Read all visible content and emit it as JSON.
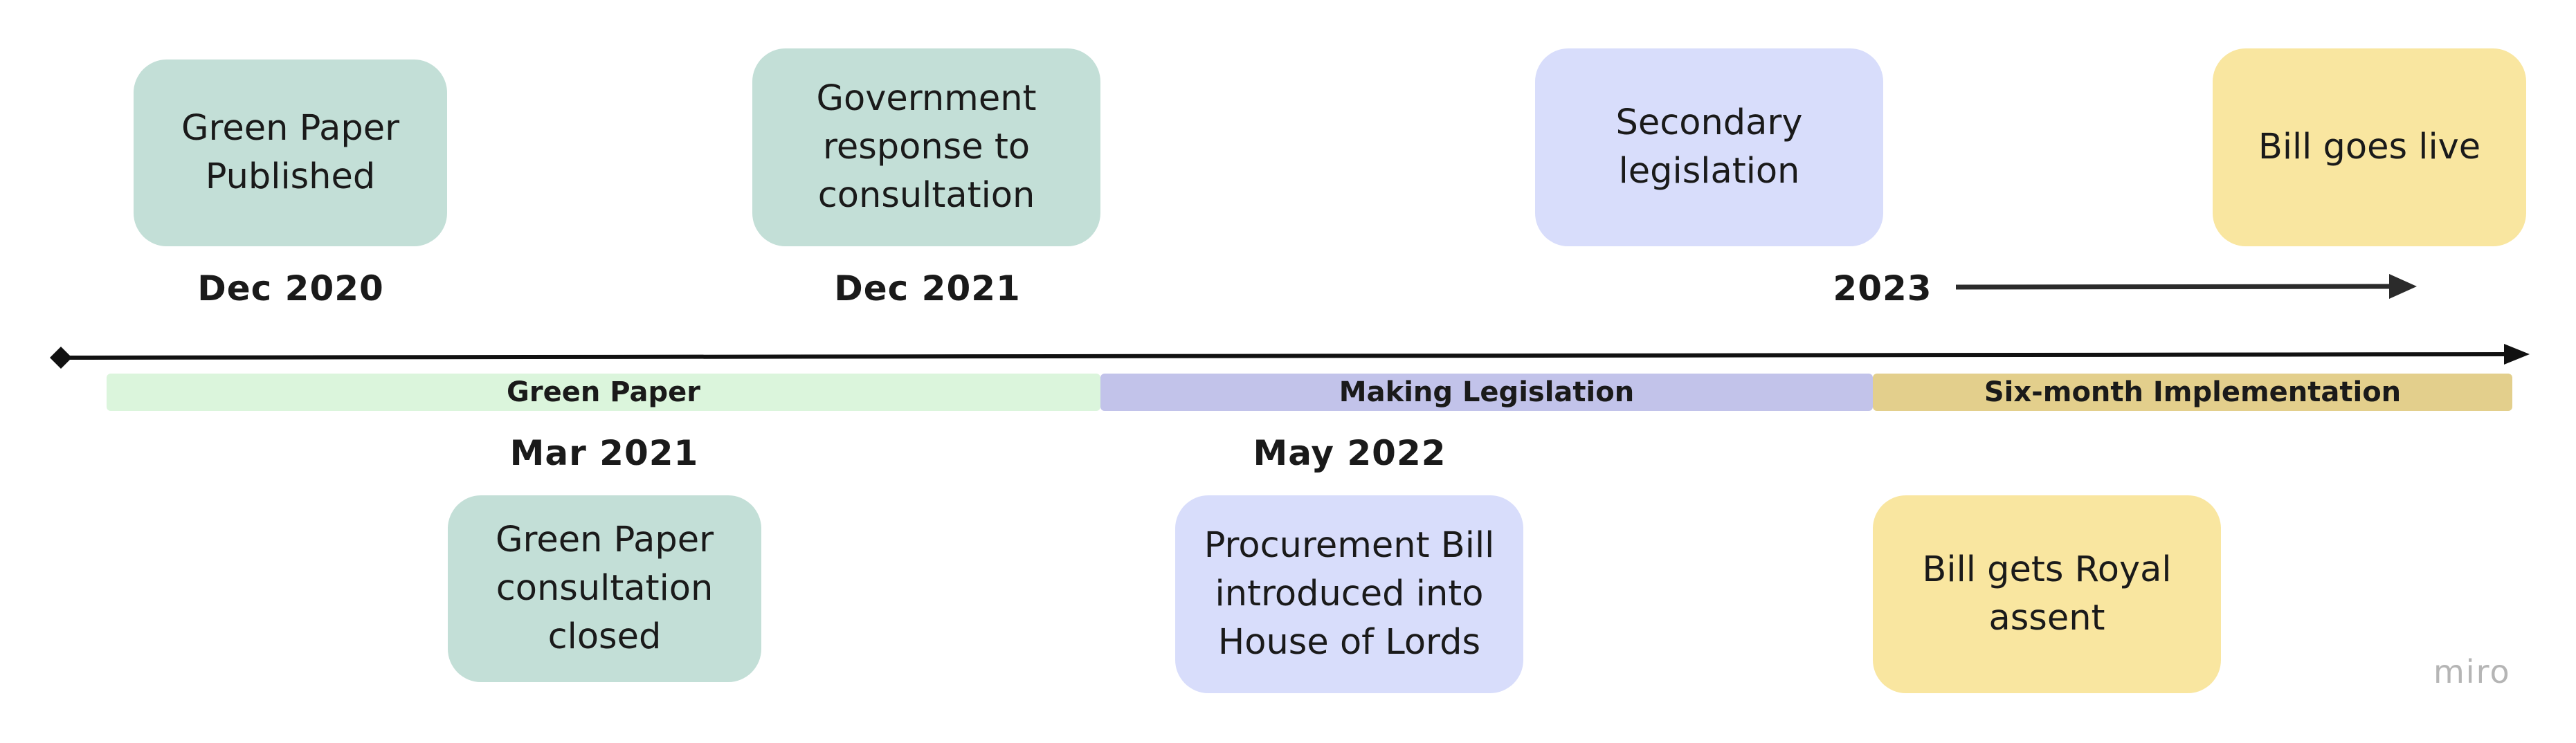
{
  "colors": {
    "green_card": "#c3dfd7",
    "blue_card": "#d8ddfb",
    "yellow_card": "#f9e6a0",
    "green_phase": "#dbf5dc",
    "blue_phase": "#c2c3ea",
    "yellow_phase": "#e3cf8c",
    "axis": "#111111",
    "watermark": "#b5b5b5"
  },
  "events_above": [
    {
      "label": "Green Paper Published",
      "date": "Dec 2020"
    },
    {
      "label": "Government response to consultation",
      "date": "Dec 2021"
    },
    {
      "label": "Secondary legislation",
      "date": "2023"
    },
    {
      "label": "Bill goes live",
      "date": ""
    }
  ],
  "events_below": [
    {
      "label": "Green Paper consultation closed",
      "date": "Mar 2021"
    },
    {
      "label": "Procurement Bill introduced into House of Lords",
      "date": "May 2022"
    },
    {
      "label": "Bill gets Royal assent",
      "date": ""
    }
  ],
  "phases": [
    {
      "label": "Green Paper"
    },
    {
      "label": "Making Legislation"
    },
    {
      "label": "Six-month Implementation"
    }
  ],
  "watermark": "miro"
}
